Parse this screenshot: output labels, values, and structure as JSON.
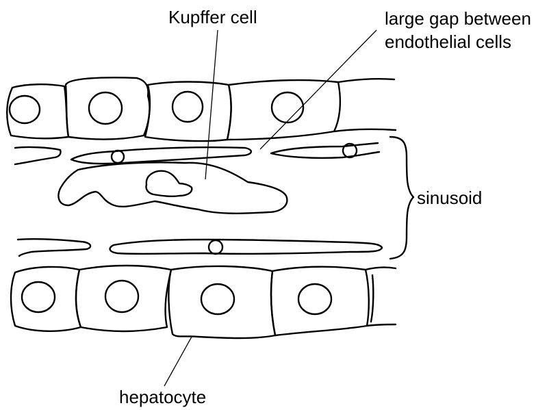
{
  "labels": {
    "kupffer_cell": "Kupffer cell",
    "large_gap_line1": "large gap between",
    "large_gap_line2": "endothelial cells",
    "sinusoid": "sinusoid",
    "hepatocyte": "hepatocyte"
  },
  "colors": {
    "stroke": "#000000",
    "background": "#ffffff"
  }
}
